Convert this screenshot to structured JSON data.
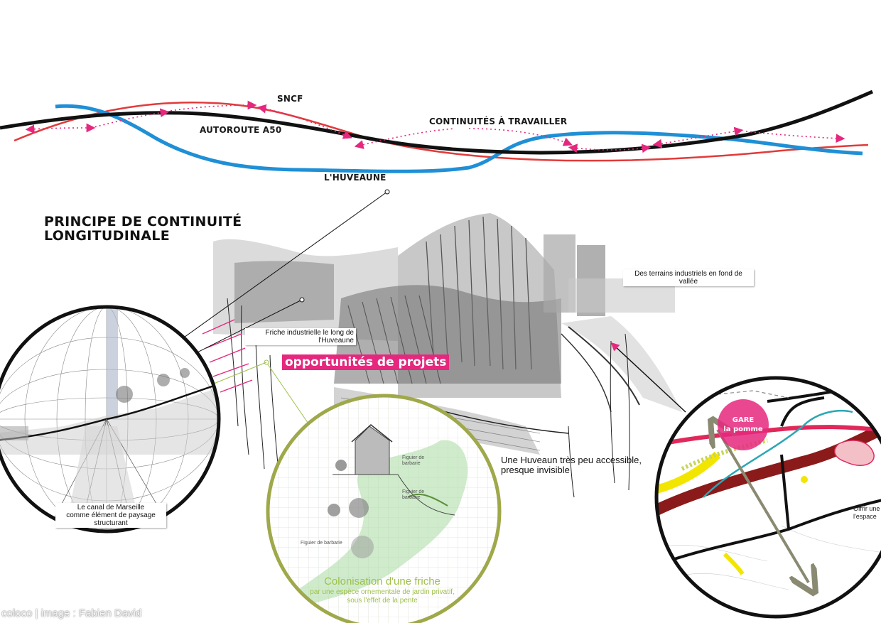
{
  "diagram": {
    "lines": {
      "sncf": {
        "label": "SNCF",
        "color": "#e23a3a"
      },
      "autoroute": {
        "label": "AUTOROUTE A50",
        "color": "#111111"
      },
      "huveaune": {
        "label": "L'HUVEAUNE",
        "color": "#1f8fd6"
      },
      "continuites": {
        "label": "CONTINUITÉS À TRAVAILLER",
        "color": "#e5287e"
      }
    }
  },
  "title": {
    "line1": "PRINCIPE DE CONTINUITÉ",
    "line2": "LONGITUDINALE"
  },
  "annotations": {
    "terrains_line1": "Des terrains industriels en fond de",
    "terrains_line2": "vallée",
    "friche_line1": "Friche industrielle le long de",
    "friche_line2": "l'Huveaune",
    "canal_line1": "Le canal de Marseille",
    "canal_line2": "comme élément de paysage",
    "canal_line3": "structurant",
    "opportunites": "opportunités de projets",
    "huveaun_line1": "Une Huveaun très peu accessible,",
    "huveaun_line2": "presque invisible"
  },
  "colonisation": {
    "title": "Colonisation d'une friche",
    "sub_line1": "par une espèce ornementale de jardin privatif,",
    "sub_line2": "sous l'effet de la pente",
    "figuier_a_line1": "Figuier de",
    "figuier_a_line2": "barbarie",
    "figuier_b_line1": "Figuier de",
    "figuier_b_line2": "barbarie",
    "figuier_c": "Figuier de barbarie"
  },
  "map_circle": {
    "gare_line1": "GARE",
    "gare_line2": "la pomme",
    "offrir_line1": "Offrir une",
    "offrir_line2": "l'espace"
  },
  "credit": "coloco | image : Fabien David",
  "colors": {
    "accent_pink": "#e5287e",
    "accent_green": "#9fc04a",
    "map_red": "#8b1a1a",
    "map_yellow": "#f2e600"
  }
}
